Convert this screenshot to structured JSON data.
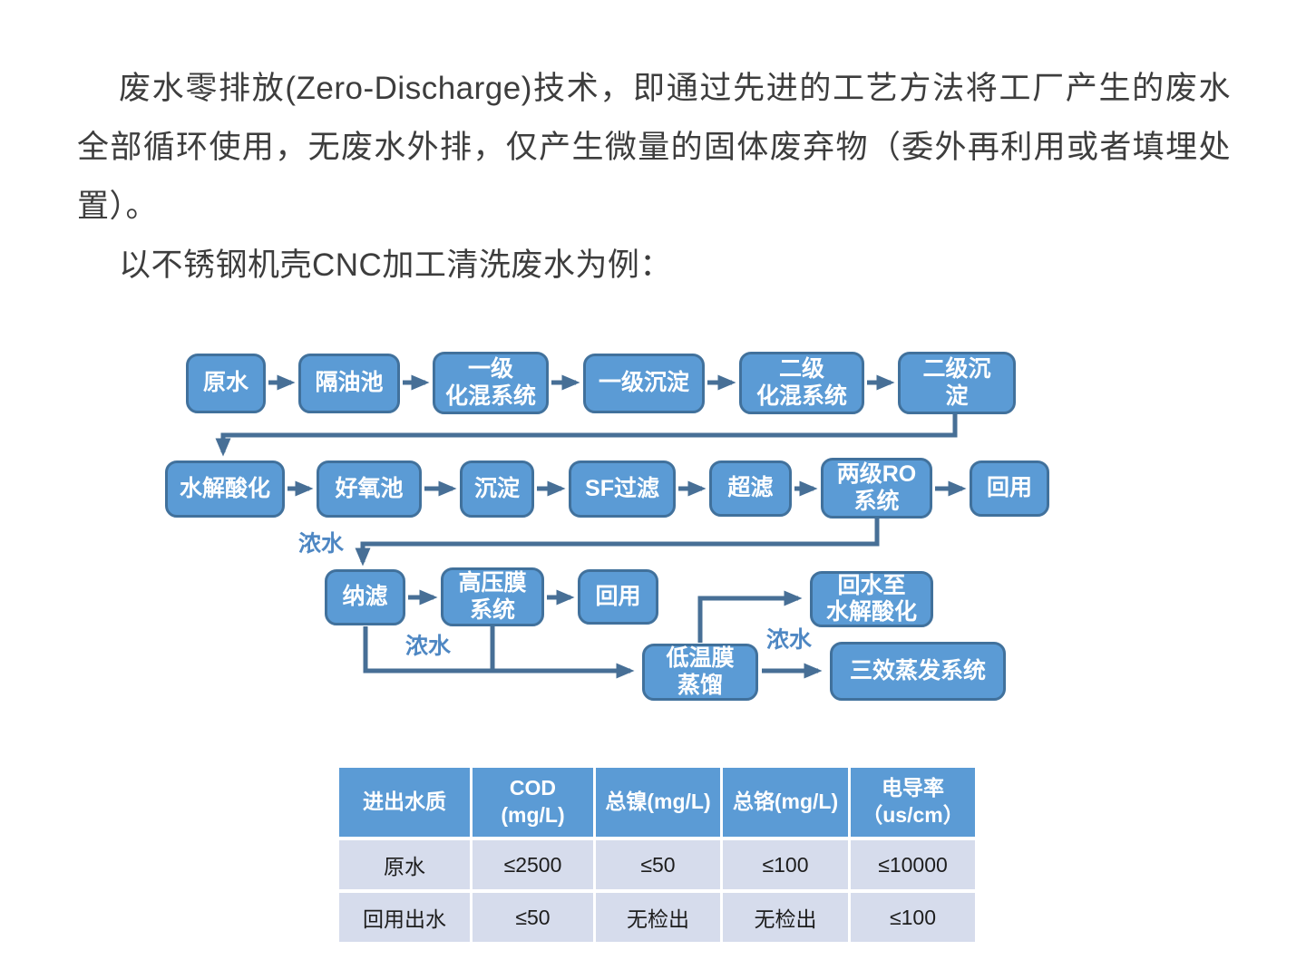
{
  "page": {
    "paragraph1": "废水零排放(Zero-Discharge)技术，即通过先进的工艺方法将工厂产生的废水全部循环使用，无废水外排，仅产生微量的固体废弃物（委外再利用或者填埋处置）。",
    "paragraph2": "以不锈钢机壳CNC加工清洗废水为例："
  },
  "colors": {
    "node_fill": "#5b9bd5",
    "node_border": "#41719c",
    "connector": "#476f96",
    "edge_label_text": "#4e87c3",
    "table_header_bg": "#5b9bd5",
    "table_row_bg": "#d6dcec"
  },
  "flowchart": {
    "nodes": [
      {
        "name": "raw-water",
        "label": "原水"
      },
      {
        "name": "oil-separation-tank",
        "label": "隔油池"
      },
      {
        "name": "primary-chemical-mixing-system",
        "label": "一级\n化混系统"
      },
      {
        "name": "primary-sedimentation",
        "label": "一级沉淀"
      },
      {
        "name": "secondary-chemical-mixing-system",
        "label": "二级\n化混系统"
      },
      {
        "name": "secondary-sedimentation",
        "label": "二级沉\n淀"
      },
      {
        "name": "hydrolysis-acidification",
        "label": "水解酸化"
      },
      {
        "name": "aerobic-tank",
        "label": "好氧池"
      },
      {
        "name": "sedimentation",
        "label": "沉淀"
      },
      {
        "name": "sf-filtration",
        "label": "SF过滤"
      },
      {
        "name": "ultrafiltration",
        "label": "超滤"
      },
      {
        "name": "two-stage-ro-system",
        "label": "两级RO\n系统"
      },
      {
        "name": "reuse-1",
        "label": "回用"
      },
      {
        "name": "nanofiltration",
        "label": "纳滤"
      },
      {
        "name": "high-pressure-membrane-system",
        "label": "高压膜\n系统"
      },
      {
        "name": "reuse-2",
        "label": "回用"
      },
      {
        "name": "return-water-to-hydrolysis",
        "label": "回水至\n水解酸化"
      },
      {
        "name": "low-temp-membrane-distillation",
        "label": "低温膜\n蒸馏"
      },
      {
        "name": "triple-effect-evaporation-system",
        "label": "三效蒸发系统"
      }
    ],
    "edge_labels": [
      {
        "name": "concentrate-water-1",
        "label": "浓水"
      },
      {
        "name": "concentrate-water-2",
        "label": "浓水"
      },
      {
        "name": "concentrate-water-3",
        "label": "浓水"
      }
    ]
  },
  "table": {
    "headers": [
      "进出水质",
      "COD\n(mg/L)",
      "总镍(mg/L)",
      "总铬(mg/L)",
      "电导率\n（us/cm）"
    ],
    "rows": [
      [
        "原水",
        "≤2500",
        "≤50",
        "≤100",
        "≤10000"
      ],
      [
        "回用出水",
        "≤50",
        "无检出",
        "无检出",
        "≤100"
      ]
    ]
  }
}
